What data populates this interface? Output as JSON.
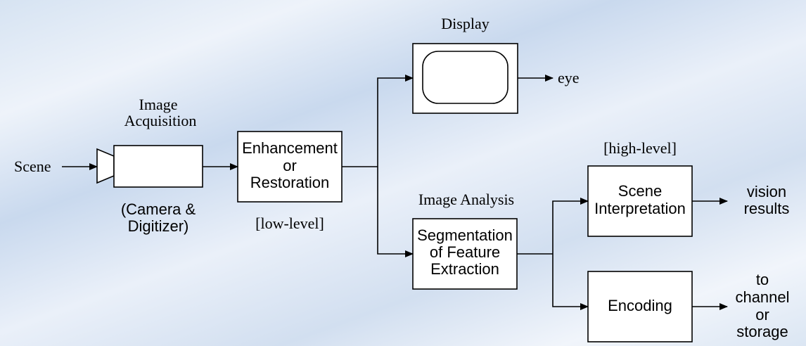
{
  "scene_label": "Scene",
  "acquisition": {
    "title_line1": "Image",
    "title_line2": "Acquisition",
    "caption_line1": "(Camera &",
    "caption_line2": "Digitizer)",
    "icon": "camera-icon"
  },
  "enhancement": {
    "line1": "Enhancement",
    "line2": "or",
    "line3": "Restoration",
    "tag": "[low-level]"
  },
  "display": {
    "title": "Display",
    "output": "eye",
    "icon": "monitor-icon"
  },
  "analysis": {
    "title": "Image Analysis",
    "line1": "Segmentation",
    "line2": "of Feature",
    "line3": "Extraction"
  },
  "interpretation": {
    "tag": "[high-level]",
    "line1": "Scene",
    "line2": "Interpretation",
    "output_line1": "vision",
    "output_line2": "results"
  },
  "encoding": {
    "label": "Encoding",
    "output_line1": "to",
    "output_line2": "channel",
    "output_line3": "or",
    "output_line4": "storage"
  }
}
